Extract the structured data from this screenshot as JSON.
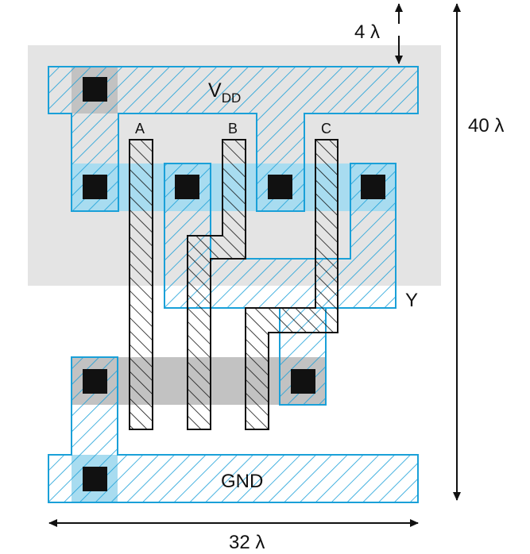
{
  "labels": {
    "vdd_main": "V",
    "vdd_sub": "DD",
    "gnd": "GND",
    "input_a": "A",
    "input_b": "B",
    "input_c": "C",
    "output_y": "Y",
    "dim_top": "4 λ",
    "dim_height": "40 λ",
    "dim_width": "32 λ"
  },
  "colors": {
    "nwell": "#e4e4e4",
    "pdiff": "#a8dcf0",
    "ndiff": "#c2c2c2",
    "metal_hatch": "#1aa0d8",
    "poly_hatch": "#111111",
    "contact": "#111111",
    "dim_line": "#111111"
  }
}
